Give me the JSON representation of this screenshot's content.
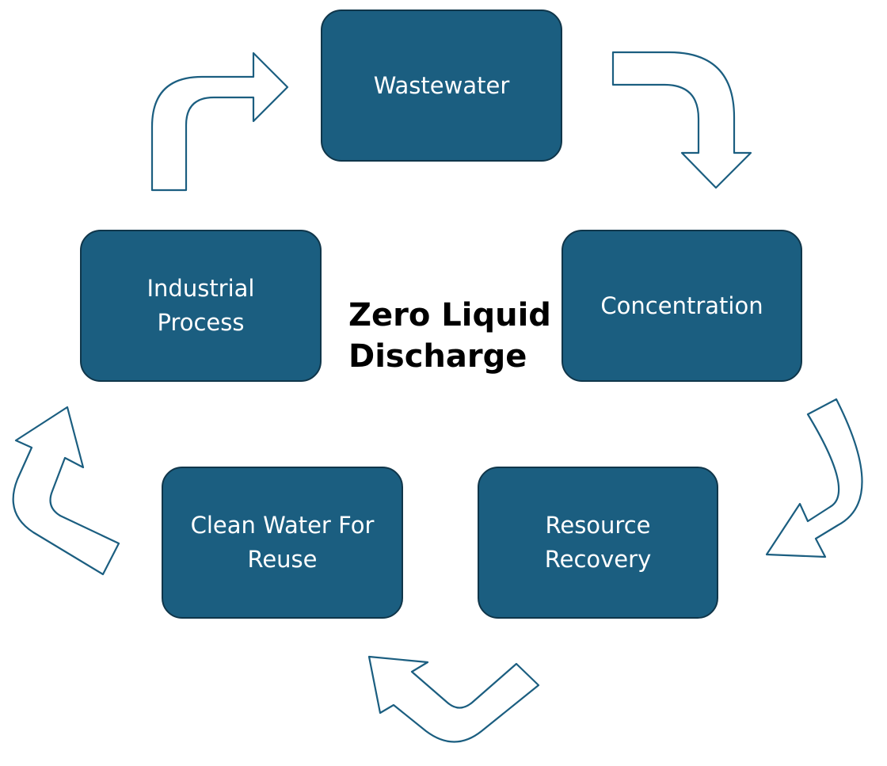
{
  "center_title": {
    "line1": "Zero Liquid",
    "line2": "Discharge"
  },
  "steps": {
    "wastewater": {
      "line1": "Wastewater"
    },
    "concentration": {
      "line1": "Concentration"
    },
    "resource_recovery": {
      "line1": "Resource",
      "line2": "Recovery"
    },
    "clean_water": {
      "line1": "Clean Water For",
      "line2": "Reuse"
    },
    "industrial_process": {
      "line1": "Industrial",
      "line2": "Process"
    }
  },
  "flow": [
    "Wastewater",
    "Concentration",
    "Resource Recovery",
    "Clean Water For Reuse",
    "Industrial Process"
  ],
  "colors": {
    "box_fill": "#1b5e80",
    "box_border": "#10364a",
    "box_text": "#ffffff",
    "arrow_outline": "#1b5e80",
    "arrow_fill": "#ffffff",
    "title_text": "#000000"
  }
}
